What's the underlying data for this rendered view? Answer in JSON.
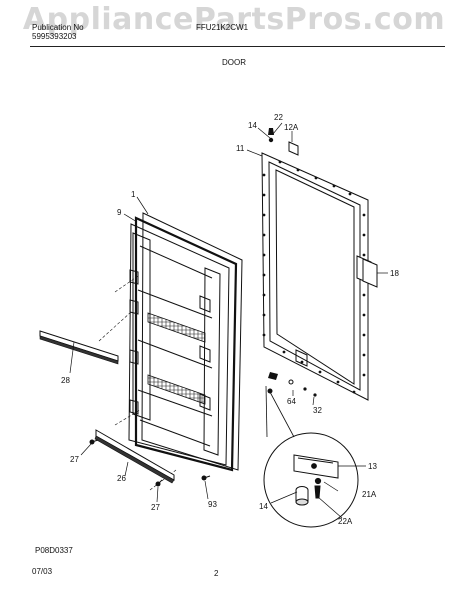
{
  "watermark": "AppliancePartsPros.com",
  "header": {
    "publication_label": "Publication No",
    "publication_number": "5995393203",
    "model": "FFU21K2CW1"
  },
  "section_title": "DOOR",
  "footer": {
    "diagram_code": "P08D0337",
    "date": "07/03",
    "page": "2"
  },
  "callouts": {
    "c1": "1",
    "c9": "9",
    "c11": "11",
    "c14a": "14",
    "c22": "22",
    "c12a": "12A",
    "c18": "18",
    "c28": "28",
    "c64": "64",
    "c32": "32",
    "c27a": "27",
    "c26": "26",
    "c27b": "27",
    "c93": "93",
    "c13": "13",
    "c14b": "14",
    "c21a": "21A",
    "c22a": "22A"
  }
}
